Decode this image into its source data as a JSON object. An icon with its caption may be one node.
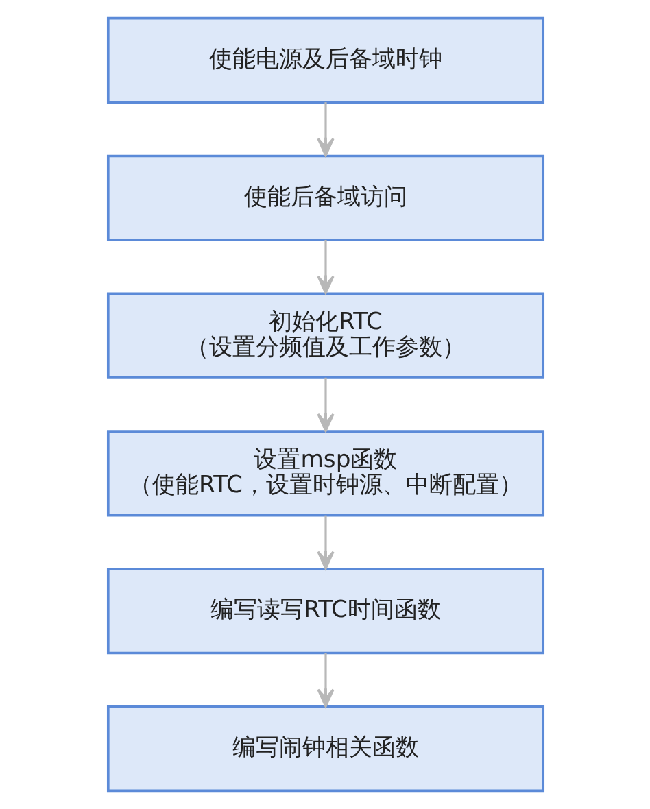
{
  "diagram": {
    "nodes": [
      {
        "text": [
          "使能电源及后备域时钟"
        ]
      },
      {
        "text": [
          "使能后备域访问"
        ]
      },
      {
        "text": [
          "初始化RTC",
          "（设置分频值及工作参数）"
        ]
      },
      {
        "text": [
          "设置msp函数",
          "（使能RTC，设置时钟源、中断配置）"
        ]
      },
      {
        "text": [
          "编写读写RTC时间函数"
        ]
      },
      {
        "text": [
          "编写闹钟相关函数"
        ]
      }
    ],
    "edges": [
      {
        "from": 0,
        "to": 1,
        "arrow": "to"
      },
      {
        "from": 1,
        "to": 2,
        "arrow": "to"
      },
      {
        "from": 2,
        "to": 3,
        "arrow": "to"
      },
      {
        "from": 3,
        "to": 4,
        "arrow": "to"
      },
      {
        "from": 4,
        "to": 5,
        "arrow": "to"
      }
    ]
  }
}
